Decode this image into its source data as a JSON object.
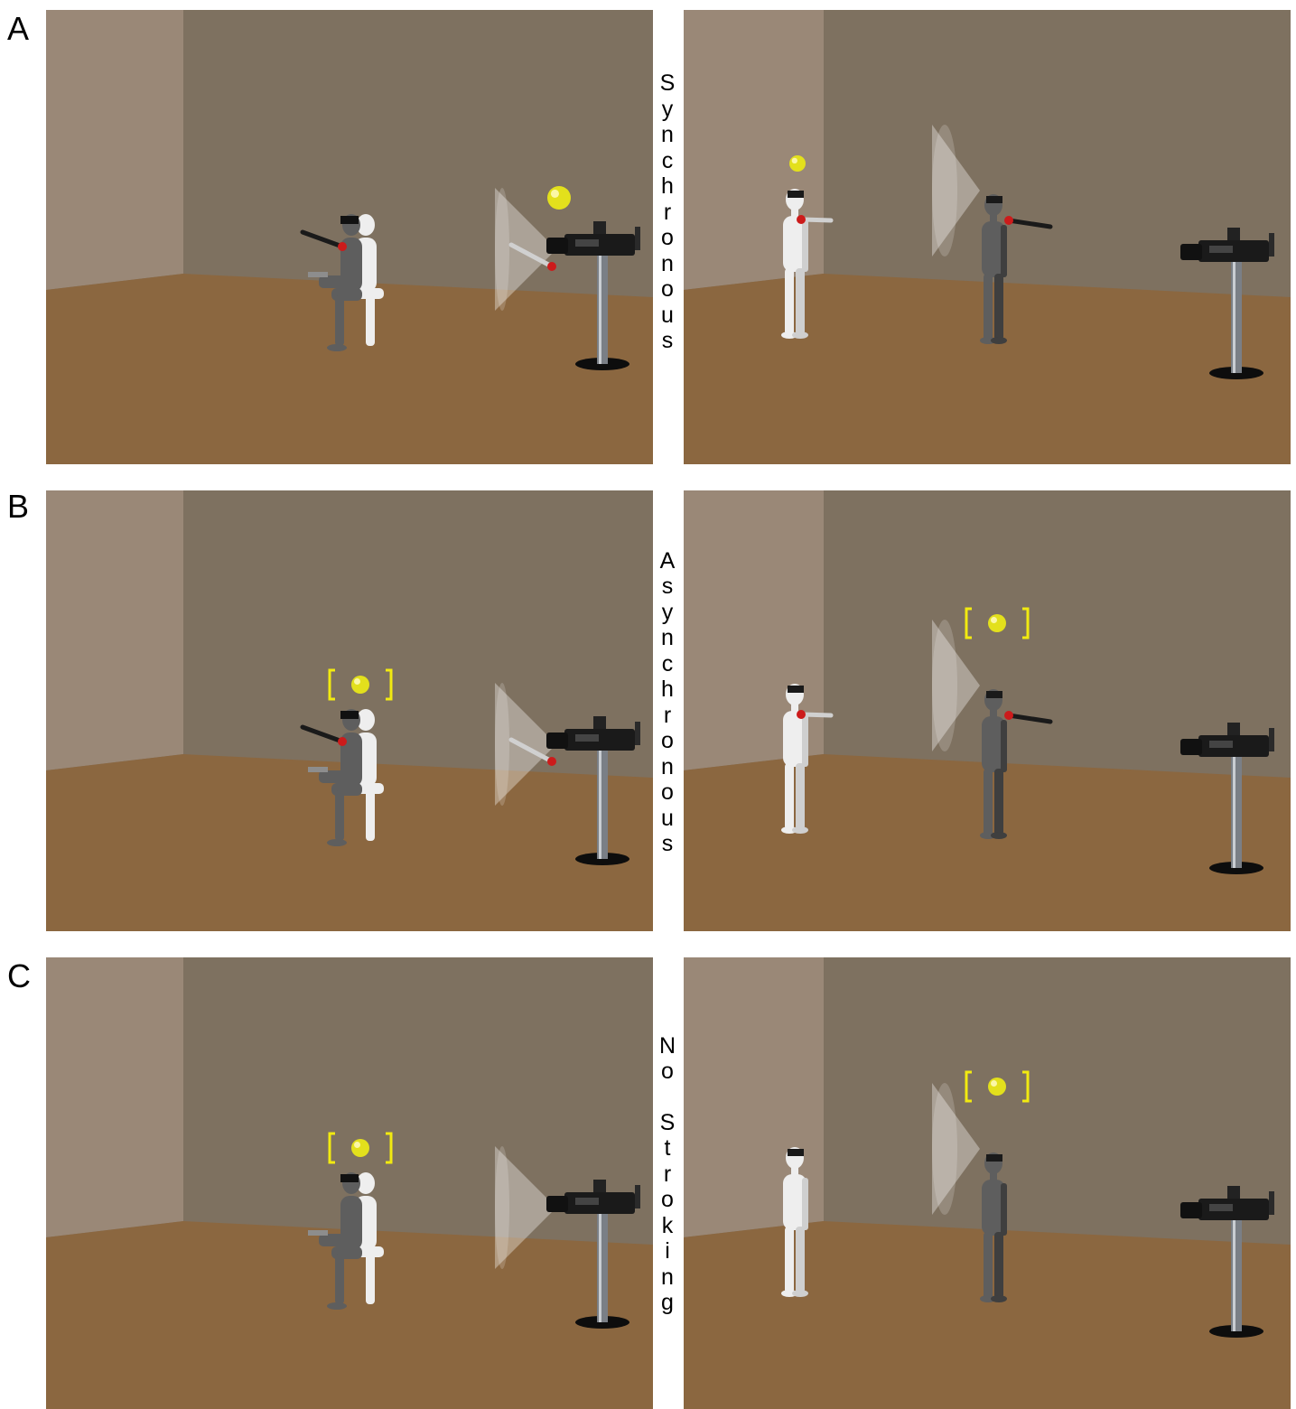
{
  "panels": [
    {
      "letter": "A",
      "condition": "Synchronous",
      "stroking": true,
      "highlighted": false
    },
    {
      "letter": "B",
      "condition": "Asynchronous",
      "stroking": true,
      "highlighted": true
    },
    {
      "letter": "C",
      "condition": "No Stroking",
      "stroking": false,
      "highlighted": true
    }
  ],
  "colors": {
    "floor": "#8b6740",
    "back_wall": "#7e7160",
    "side_wall": "#9a8877",
    "ball": "#e3e01c",
    "bracket": "#f2ea10",
    "stick_tip": "#cc1b1b",
    "dark_body": "#5e5e5e",
    "white_body": "#eeeeee"
  },
  "icons": [
    "camera-tripod-icon",
    "ball-icon",
    "bracket-icon",
    "viewing-cone-icon",
    "stick-icon"
  ]
}
